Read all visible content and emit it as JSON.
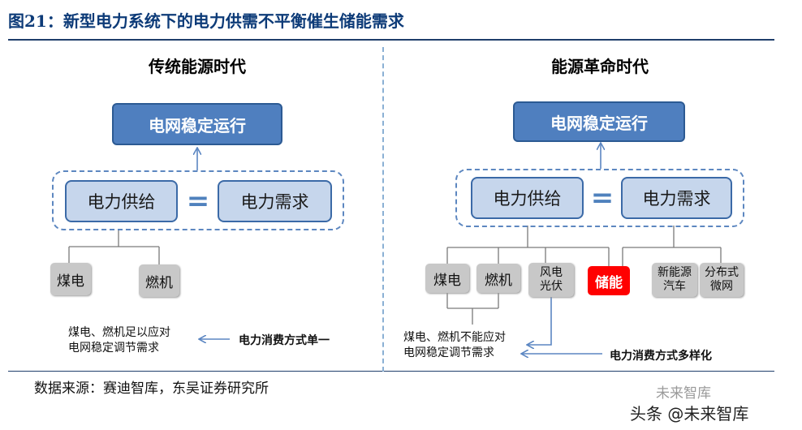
{
  "figure_title": "图21：新型电力系统下的电力供需不平衡催生储能需求",
  "left": {
    "heading": "传统能源时代",
    "top_box": "电网稳定运行",
    "supply": "电力供给",
    "equals": "=",
    "demand": "电力需求",
    "sources": [
      "煤电",
      "燃机"
    ],
    "note_lines": [
      "煤电、燃机足以应对",
      "电网稳定调节需求"
    ],
    "arrow_label": "电力消费方式单一"
  },
  "right": {
    "heading": "能源革命时代",
    "top_box": "电网稳定运行",
    "supply": "电力供给",
    "equals": "=",
    "demand": "电力需求",
    "sources": {
      "coal": "煤电",
      "gas": "燃机",
      "wind_solar": [
        "风电",
        "光伏"
      ],
      "storage": "储能",
      "new_energy_vehicle": [
        "新能源",
        "汽车"
      ],
      "distributed_microgrid": [
        "分布式",
        "微网"
      ]
    },
    "note_lines": [
      "煤电、燃机不能应对",
      "电网稳定调节需求"
    ],
    "arrow_label": "电力消费方式多样化"
  },
  "source_text": "数据来源：赛迪智库，东吴证券研究所",
  "watermark_logo": "未来智库",
  "watermark_text": "头条 @未来智库",
  "colors": {
    "title": "#0d3b78",
    "dark_box": "#4f7fbf",
    "light_box": "#c6d6ec",
    "dashed": "#5d87c0",
    "storage_box": "#ff0000",
    "arrow": "#5b86c2"
  }
}
